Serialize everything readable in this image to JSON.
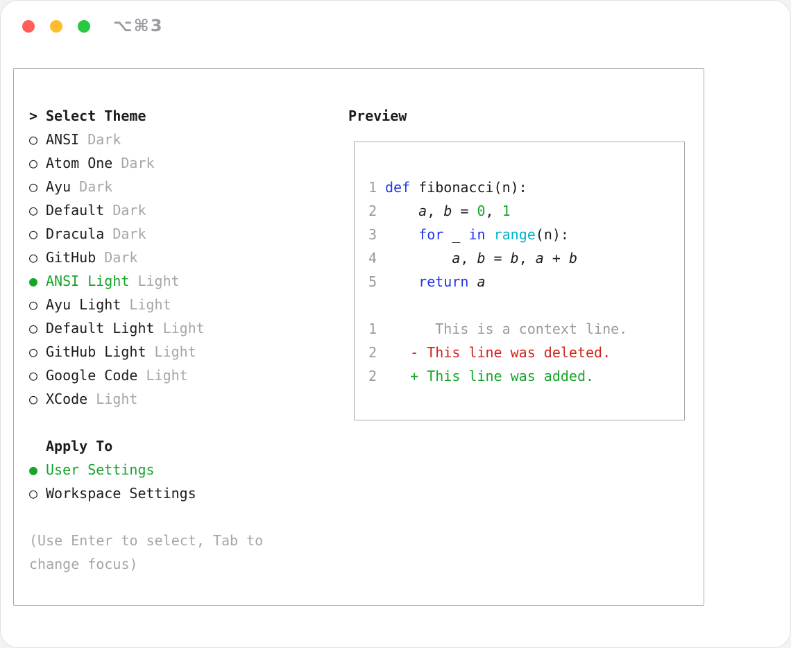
{
  "window": {
    "title": "⌥⌘3"
  },
  "theme_picker": {
    "cursor": ">",
    "title": "Select Theme",
    "radio_unselected": "○",
    "radio_selected": "●",
    "options": [
      {
        "name": "ANSI",
        "variant": "Dark",
        "selected": false
      },
      {
        "name": "Atom One",
        "variant": "Dark",
        "selected": false
      },
      {
        "name": "Ayu",
        "variant": "Dark",
        "selected": false
      },
      {
        "name": "Default",
        "variant": "Dark",
        "selected": false
      },
      {
        "name": "Dracula",
        "variant": "Dark",
        "selected": false
      },
      {
        "name": "GitHub",
        "variant": "Dark",
        "selected": false
      },
      {
        "name": "ANSI Light",
        "variant": "Light",
        "selected": true
      },
      {
        "name": "Ayu Light",
        "variant": "Light",
        "selected": false
      },
      {
        "name": "Default Light",
        "variant": "Light",
        "selected": false
      },
      {
        "name": "GitHub Light",
        "variant": "Light",
        "selected": false
      },
      {
        "name": "Google Code",
        "variant": "Light",
        "selected": false
      },
      {
        "name": "XCode",
        "variant": "Light",
        "selected": false
      }
    ]
  },
  "apply_to": {
    "title": "Apply To",
    "options": [
      {
        "name": "User Settings",
        "selected": true
      },
      {
        "name": "Workspace Settings",
        "selected": false
      }
    ]
  },
  "hint": "(Use Enter to select, Tab to change focus)",
  "preview": {
    "title": "Preview",
    "code_lines": [
      {
        "num": "1",
        "tokens": [
          [
            "def",
            "kw"
          ],
          [
            " fibonacci(n):",
            "plain"
          ]
        ]
      },
      {
        "num": "2",
        "tokens": [
          [
            "    ",
            "plain"
          ],
          [
            "a",
            "var"
          ],
          [
            ", ",
            "plain"
          ],
          [
            "b",
            "var"
          ],
          [
            " = ",
            "plain"
          ],
          [
            "0",
            "num"
          ],
          [
            ", ",
            "plain"
          ],
          [
            "1",
            "num"
          ]
        ]
      },
      {
        "num": "3",
        "tokens": [
          [
            "    ",
            "plain"
          ],
          [
            "for",
            "kw"
          ],
          [
            " ",
            "plain"
          ],
          [
            "_",
            "var"
          ],
          [
            " ",
            "plain"
          ],
          [
            "in",
            "kw"
          ],
          [
            " ",
            "plain"
          ],
          [
            "range",
            "fn"
          ],
          [
            "(n):",
            "plain"
          ]
        ]
      },
      {
        "num": "4",
        "tokens": [
          [
            "        ",
            "plain"
          ],
          [
            "a",
            "var"
          ],
          [
            ", ",
            "plain"
          ],
          [
            "b",
            "var"
          ],
          [
            " = ",
            "plain"
          ],
          [
            "b",
            "var"
          ],
          [
            ", ",
            "plain"
          ],
          [
            "a",
            "var"
          ],
          [
            " + ",
            "plain"
          ],
          [
            "b",
            "var"
          ]
        ]
      },
      {
        "num": "5",
        "tokens": [
          [
            "    ",
            "plain"
          ],
          [
            "return",
            "kw"
          ],
          [
            " ",
            "plain"
          ],
          [
            "a",
            "var"
          ]
        ]
      },
      {
        "num": "",
        "tokens": []
      },
      {
        "num": "1",
        "tokens": [
          [
            "      This is a context line.",
            "context"
          ]
        ]
      },
      {
        "num": "2",
        "tokens": [
          [
            "   - This line was deleted.",
            "deleted"
          ]
        ]
      },
      {
        "num": "2",
        "tokens": [
          [
            "   + This line was added.",
            "added"
          ]
        ]
      }
    ]
  },
  "colors": {
    "accent-green": "#16a529",
    "keyword-blue": "#2236e8",
    "function-cyan": "#00b3c8",
    "deleted-red": "#d0231a",
    "muted-gray": "#a6a6a6",
    "line-number-gray": "#9a9a9a",
    "text-black": "#1c1c1c",
    "traffic-red": "#ff5f57",
    "traffic-yellow": "#febc2e",
    "traffic-green": "#28c840"
  }
}
